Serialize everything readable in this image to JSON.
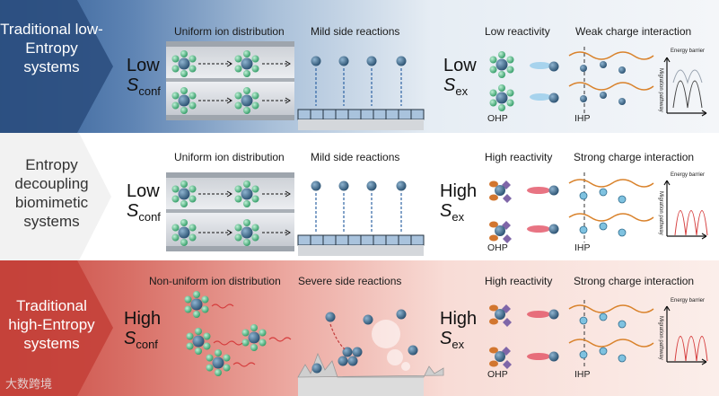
{
  "systems": [
    {
      "label": "Traditional low-Entropy systems",
      "conf_level": "Low",
      "ex_level": "Low",
      "transport_title": "Uniform ion distribution",
      "side_title": "Mild side reactions",
      "reactivity_title": "Low reactivity",
      "interaction_title": "Weak charge interaction"
    },
    {
      "label": "Entropy decoupling biomimetic systems",
      "conf_level": "Low",
      "ex_level": "High",
      "transport_title": "Uniform ion distribution",
      "side_title": "Mild side reactions",
      "reactivity_title": "High reactivity",
      "interaction_title": "Strong charge interaction"
    },
    {
      "label": "Traditional high-Entropy systems",
      "conf_level": "High",
      "ex_level": "High",
      "transport_title": "Non-uniform ion distribution",
      "side_title": "Severe side reactions",
      "reactivity_title": "High reactivity",
      "interaction_title": "Strong charge interaction"
    }
  ],
  "entropy_symbol": "S",
  "conf_subscript": "conf",
  "ex_subscript": "ex",
  "ohp_label": "OHP",
  "ihp_label": "IHP",
  "energy_barrier_label": "Energy barrier",
  "migration_pathway_label": "Migration pathway",
  "watermark": "大数跨境",
  "colors": {
    "low_band": "#2e5a93",
    "high_band": "#c8463f",
    "ion": "#3d6b8c",
    "ligand": "#3fae7a",
    "wave": "#d9822b"
  }
}
